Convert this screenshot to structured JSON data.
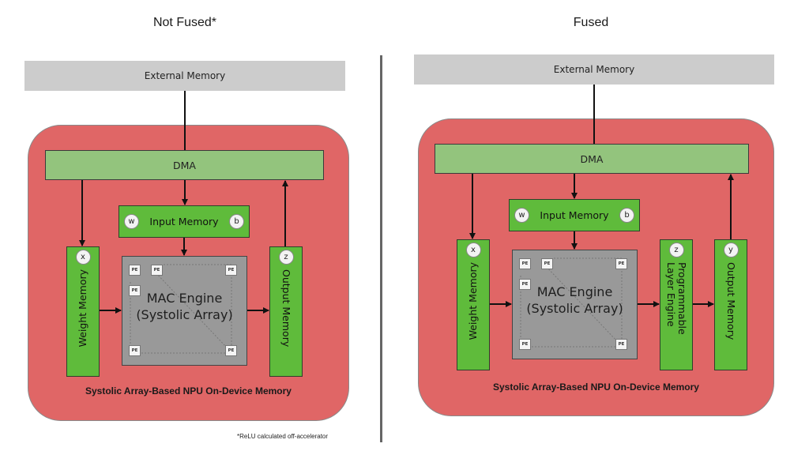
{
  "panels": {
    "not_fused": {
      "title": "Not Fused*",
      "external_memory": "External Memory",
      "dma": "DMA",
      "input_memory": {
        "label": "Input Memory",
        "left_badge": "w",
        "right_badge": "b"
      },
      "weight_memory": {
        "label": "Weight Memory",
        "badge": "x"
      },
      "mac_engine": {
        "line1": "MAC Engine",
        "line2": "(Systolic Array)",
        "pe_label": "PE"
      },
      "output_memory": {
        "label": "Output Memory",
        "badge": "z"
      },
      "npu_caption": "Systolic Array-Based NPU On-Device Memory",
      "footnote": "*ReLU calculated off-accelerator"
    },
    "fused": {
      "title": "Fused",
      "external_memory": "External Memory",
      "dma": "DMA",
      "input_memory": {
        "label": "Input Memory",
        "left_badge": "w",
        "right_badge": "b"
      },
      "weight_memory": {
        "label": "Weight Memory",
        "badge": "x"
      },
      "mac_engine": {
        "line1": "MAC Engine",
        "line2": "(Systolic Array)",
        "pe_label": "PE"
      },
      "layer_engine": {
        "line1": "Programmable",
        "line2": "Layer Engine",
        "badge": "z"
      },
      "output_memory": {
        "label": "Output Memory",
        "badge": "y"
      },
      "npu_caption": "Systolic Array-Based NPU On-Device Memory"
    }
  },
  "colors": {
    "npu_background": "#e06666",
    "dma": "#93c47d",
    "memory_block": "#5fbb3b",
    "mac_engine": "#999999",
    "external_memory": "#cccccc"
  }
}
